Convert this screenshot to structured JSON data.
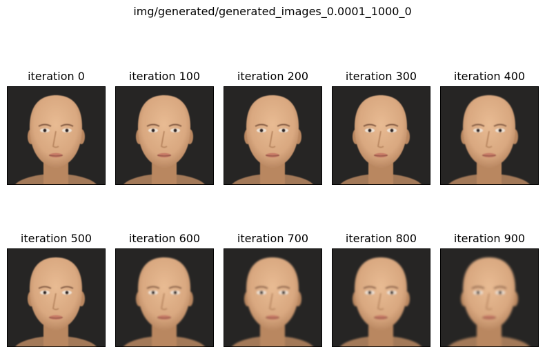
{
  "figure": {
    "title": "img/generated/generated_images_0.0001_1000_0"
  },
  "panels": [
    {
      "title": "iteration 0",
      "iteration": 0,
      "blur": 0.0
    },
    {
      "title": "iteration 100",
      "iteration": 100,
      "blur": 0.05
    },
    {
      "title": "iteration 200",
      "iteration": 200,
      "blur": 0.1
    },
    {
      "title": "iteration 300",
      "iteration": 300,
      "blur": 0.15
    },
    {
      "title": "iteration 400",
      "iteration": 400,
      "blur": 0.2
    },
    {
      "title": "iteration 500",
      "iteration": 500,
      "blur": 0.3
    },
    {
      "title": "iteration 600",
      "iteration": 600,
      "blur": 0.4
    },
    {
      "title": "iteration 700",
      "iteration": 700,
      "blur": 0.55
    },
    {
      "title": "iteration 800",
      "iteration": 800,
      "blur": 0.6
    },
    {
      "title": "iteration 900",
      "iteration": 900,
      "blur": 0.7
    }
  ],
  "colors": {
    "background": "#262524",
    "skin": "#d9a880",
    "skin_shadow": "#b98761",
    "lips": "#c77a66",
    "eyes": "#2e2420"
  }
}
